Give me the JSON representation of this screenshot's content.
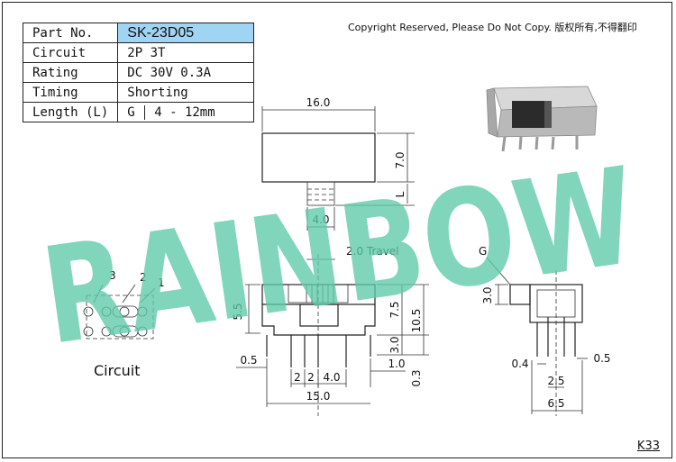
{
  "spec_table": {
    "rows": [
      {
        "label": "Part No.",
        "value": "SK-23D05"
      },
      {
        "label": "Circuit",
        "value": "2P 3T"
      },
      {
        "label": "Rating",
        "value": "DC 30V 0.3A"
      },
      {
        "label": "Timing",
        "value": "Shorting"
      }
    ],
    "length": {
      "label": "Length (L)",
      "code": "G",
      "range": "4 - 12mm"
    }
  },
  "copyright": "Copyright Reserved, Please Do Not Copy. 版权所有,不得翻印",
  "watermark": "RAINBOW",
  "page_id": "K33",
  "circuit_caption": "Circuit",
  "circuit_pins": [
    "1",
    "2",
    "3"
  ],
  "top_view": {
    "width": "16.0",
    "height": "7.0",
    "lever": "4.0",
    "lever_length": "L"
  },
  "front_view": {
    "travel": "2.0 Travel",
    "left_height": "5.5",
    "right_heights": [
      "7.5",
      "10.5",
      "3.0",
      "0.3"
    ],
    "bottom_dims": [
      "0.5",
      "2",
      "2",
      "4.0",
      "1.0",
      "15.0"
    ]
  },
  "side_view": {
    "g_label": "G",
    "g_dim": "3.0",
    "dims": [
      "0.4",
      "0.5",
      "2.5",
      "6.5"
    ]
  },
  "colors": {
    "highlight": "#9fd4f2",
    "watermark": "#5cc9a7",
    "line": "#222222"
  }
}
